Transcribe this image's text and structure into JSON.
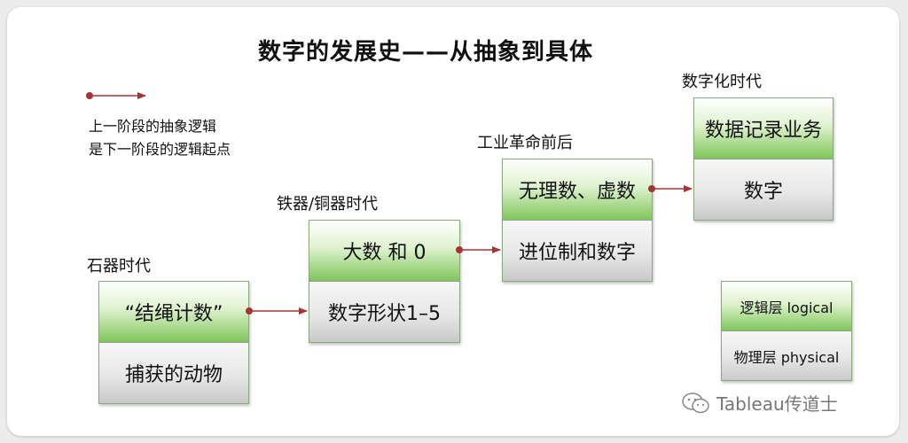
{
  "title": "数字的发展史——从抽象到具体",
  "legend": {
    "line1": "上一阶段的抽象逻辑",
    "line2": "是下一阶段的逻辑起点"
  },
  "stages": [
    {
      "era": "石器时代",
      "logical": "“结绳计数”",
      "physical": "捕获的动物"
    },
    {
      "era": "铁器/铜器时代",
      "logical": "大数 和 0",
      "physical": "数字形状1–5"
    },
    {
      "era": "工业革命前后",
      "logical": "无理数、虚数",
      "physical": "进位制和数字"
    },
    {
      "era": "数字化时代",
      "logical": "数据记录业务",
      "physical": "数字"
    }
  ],
  "layer_key": {
    "logical": "逻辑层 logical",
    "physical": "物理层 physical"
  },
  "watermark": "Tableau传道士",
  "colors": {
    "arrow": "#a83232",
    "logical_fill": "#7fc65a",
    "physical_fill": "#c9c9c9"
  }
}
